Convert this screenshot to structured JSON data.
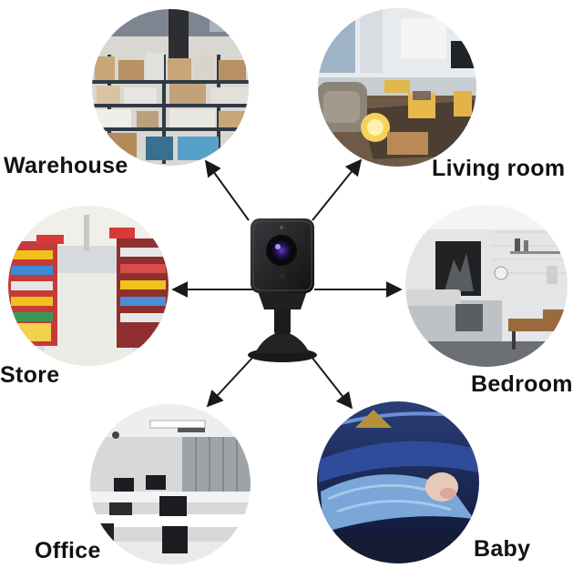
{
  "labels": {
    "warehouse": "Warehouse",
    "living_room": "Living room",
    "store": "Store",
    "bedroom": "Bedroom",
    "office": "Office",
    "baby": "Baby"
  },
  "colors": {
    "background": "#ffffff",
    "arrow": "#1a1a1a",
    "camera_body": "#1c1c1e",
    "label_text": "#111111"
  },
  "icons": {
    "camera": "mini-camera-icon",
    "arrows": "arrow-icon"
  }
}
